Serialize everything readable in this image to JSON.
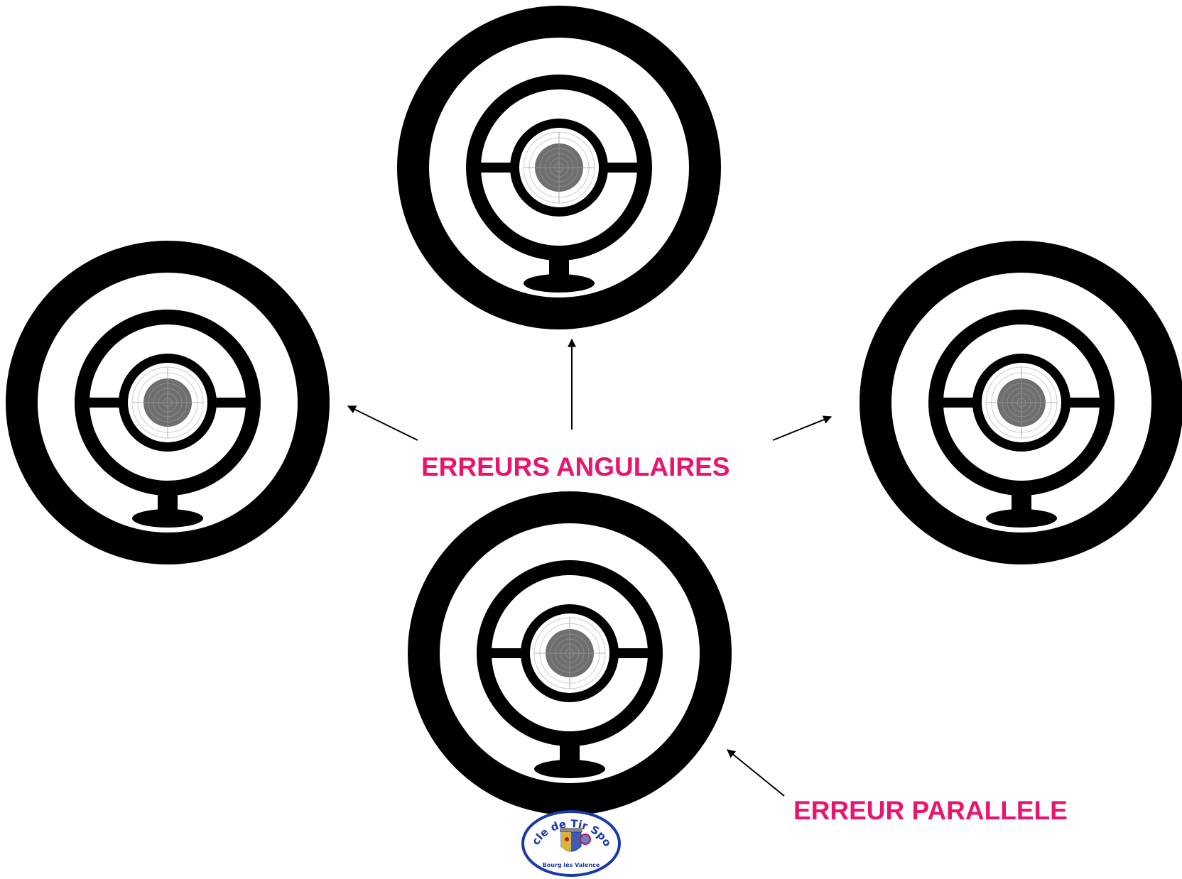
{
  "diagram": {
    "sight_title": "MIRE ARRIERE",
    "label_angular": "ERREURS ANGULAIRES",
    "label_parallel": "ERREUR  PARALLELE",
    "logo": {
      "arc_text": "Cercle de Tir Sportif",
      "bottom_text": "Bourg lès Valence"
    },
    "colors": {
      "accent": "#e8146e",
      "sight": "#000000",
      "target_black": "#6f6f6f",
      "logo_blue": "#1a3aa8"
    }
  }
}
